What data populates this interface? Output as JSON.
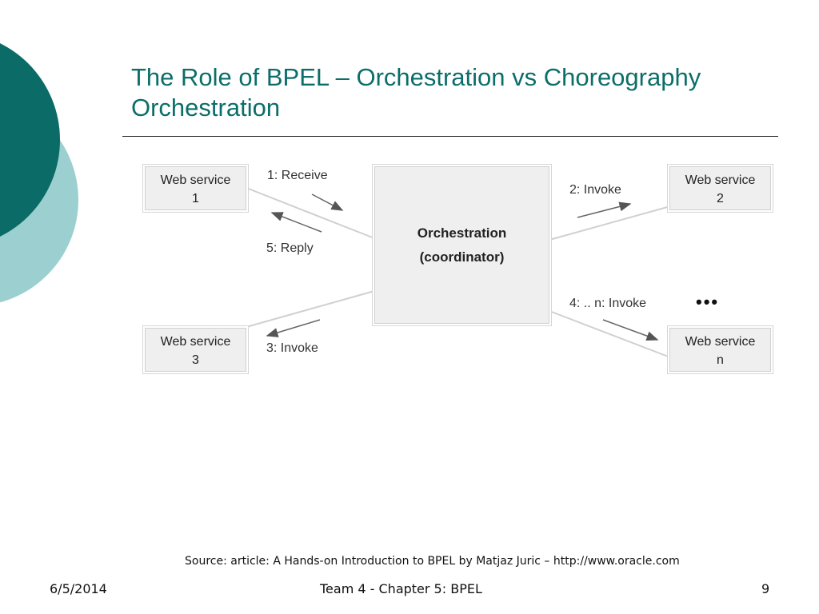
{
  "slide": {
    "title_line1": "The Role of BPEL – Orchestration vs Choreography",
    "title_line2": "Orchestration"
  },
  "diagram": {
    "orchestrator": {
      "line1": "Orchestration",
      "line2": "(coordinator)"
    },
    "services": [
      {
        "line1": "Web service",
        "line2": "1"
      },
      {
        "line1": "Web service",
        "line2": "2"
      },
      {
        "line1": "Web service",
        "line2": "3"
      },
      {
        "line1": "Web service",
        "line2": "n"
      }
    ],
    "labels": {
      "receive": "1: Receive",
      "reply": "5: Reply",
      "invoke2": "2: Invoke",
      "invoke3": "3: Invoke",
      "invoken": "4: .. n: Invoke",
      "ellipsis": "•••"
    }
  },
  "footer": {
    "source": "Source: article: A Hands-on Introduction to BPEL by Matjaz Juric – http://www.oracle.com",
    "date": "6/5/2014",
    "center": "Team 4 - Chapter 5: BPEL",
    "page": "9"
  },
  "colors": {
    "title": "#0b6e6a",
    "circle_dark": "#0b6b66",
    "circle_light": "#9ccfd0"
  }
}
